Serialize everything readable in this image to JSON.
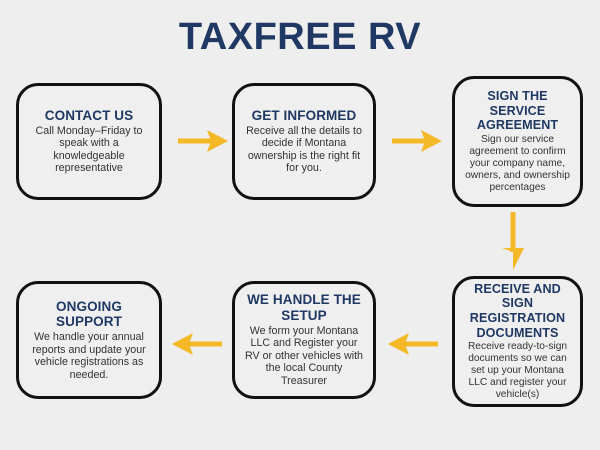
{
  "page": {
    "title": "TAXFREE RV",
    "background_color": "#eeeeee",
    "accent_color": "#f5b826",
    "heading_color": "#1f3864",
    "body_text_color": "#333333",
    "border_color": "#111111"
  },
  "steps": [
    {
      "id": "contact-us",
      "heading": "CONTACT US",
      "body": "Call Monday–Friday to speak with a knowledgeable representative"
    },
    {
      "id": "get-informed",
      "heading": "GET INFORMED",
      "body": "Receive all the details to decide if Montana ownership is the right fit for you."
    },
    {
      "id": "sign-the-service-agreement",
      "heading": "SIGN THE SERVICE AGREEMENT",
      "body": "Sign our service agreement to confirm your company name, owners, and ownership percentages"
    },
    {
      "id": "receive-and-sign-registration-documents",
      "heading": "RECEIVE AND SIGN REGISTRATION DOCUMENTS",
      "body": "Receive ready-to-sign documents so we can set up your Montana LLC and register your vehicle(s)"
    },
    {
      "id": "we-handle-the-setup",
      "heading": "WE HANDLE THE SETUP",
      "body": "We form your Montana LLC and Register your RV or other vehicles with the local County Treasurer"
    },
    {
      "id": "ongoing-support",
      "heading": "ONGOING SUPPORT",
      "body": "We handle your annual reports and update your vehicle registrations as needed."
    }
  ],
  "arrows": [
    {
      "id": "arrow-contact-to-informed",
      "icon": "arrow-right-icon",
      "direction": "right"
    },
    {
      "id": "arrow-informed-to-agreement",
      "icon": "arrow-right-icon",
      "direction": "right"
    },
    {
      "id": "arrow-agreement-to-registration",
      "icon": "arrow-down-icon",
      "direction": "down"
    },
    {
      "id": "arrow-registration-to-setup",
      "icon": "arrow-left-icon",
      "direction": "left"
    },
    {
      "id": "arrow-setup-to-support",
      "icon": "arrow-left-icon",
      "direction": "left"
    }
  ]
}
